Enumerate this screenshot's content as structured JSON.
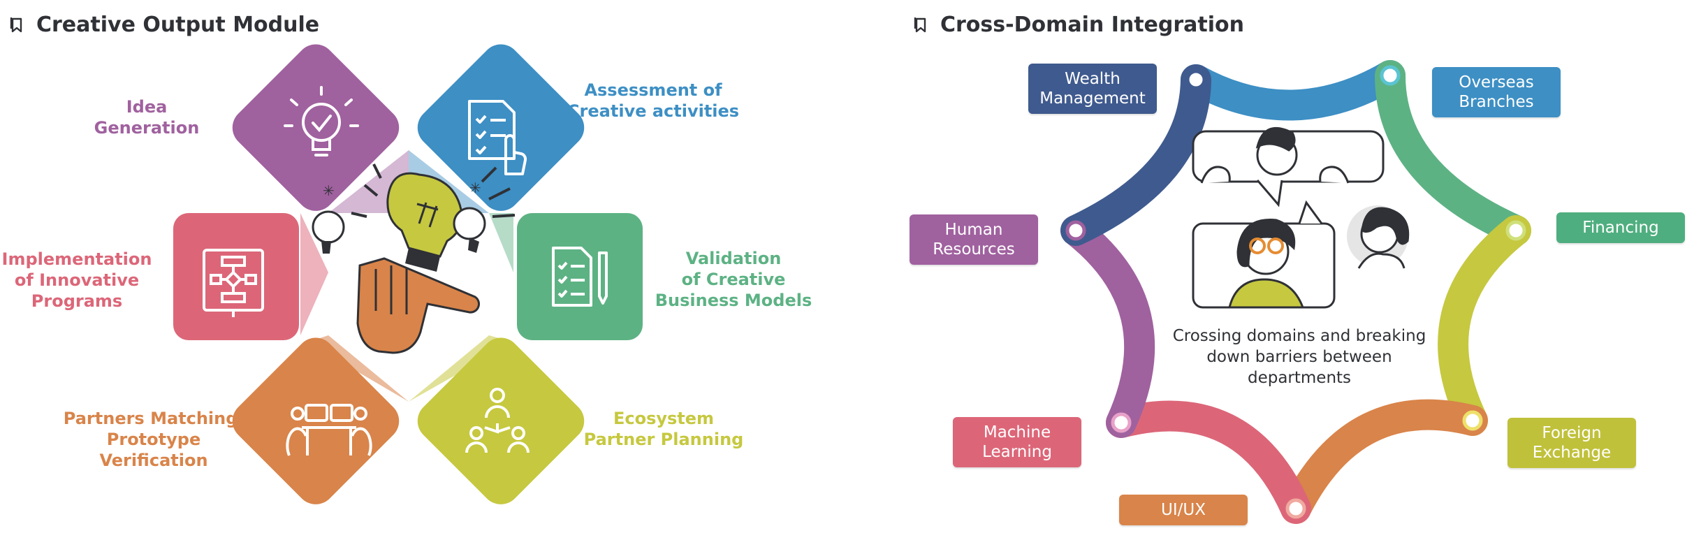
{
  "left": {
    "title": "Creative Output Module",
    "items": [
      {
        "label": "Idea\nGeneration",
        "color": "#a0619f"
      },
      {
        "label": "Assessment of\nCreative activities",
        "color": "#3d8fc4"
      },
      {
        "label": "Validation\nof Creative\nBusiness Models",
        "color": "#5db284"
      },
      {
        "label": "Ecosystem\nPartner Planning",
        "color": "#c6c83f"
      },
      {
        "label": "Partners Matching/\nPrototype\nVerification",
        "color": "#d9844a"
      },
      {
        "label": "Implementation\nof Innovative\nPrograms",
        "color": "#dc6678"
      }
    ]
  },
  "right": {
    "title": "Cross-Domain Integration",
    "center_text": "Crossing domains and breaking\ndown barriers between\ndepartments",
    "tags": [
      {
        "label": "Wealth\nManagement",
        "color": "#3f5a8e"
      },
      {
        "label": "Overseas\nBranches",
        "color": "#3d8fc4"
      },
      {
        "label": "Financing",
        "color": "#4fae7f"
      },
      {
        "label": "Foreign\nExchange",
        "color": "#c0c13a"
      },
      {
        "label": "UI/UX",
        "color": "#d9844a"
      },
      {
        "label": "Machine\nLearning",
        "color": "#dc6678"
      },
      {
        "label": "Human\nResources",
        "color": "#a0619f"
      }
    ]
  },
  "icons": {
    "title_icon": "bookmark-icon",
    "idea": "lightbulb-icon",
    "assessment": "checklist-hand-icon",
    "validation": "document-pen-icon",
    "ecosystem": "team-network-icon",
    "partners": "meeting-table-icon",
    "implementation": "flowchart-icon",
    "center_left": "hand-holding-lightbulb-icon",
    "center_right": "thinking-people-icon"
  }
}
